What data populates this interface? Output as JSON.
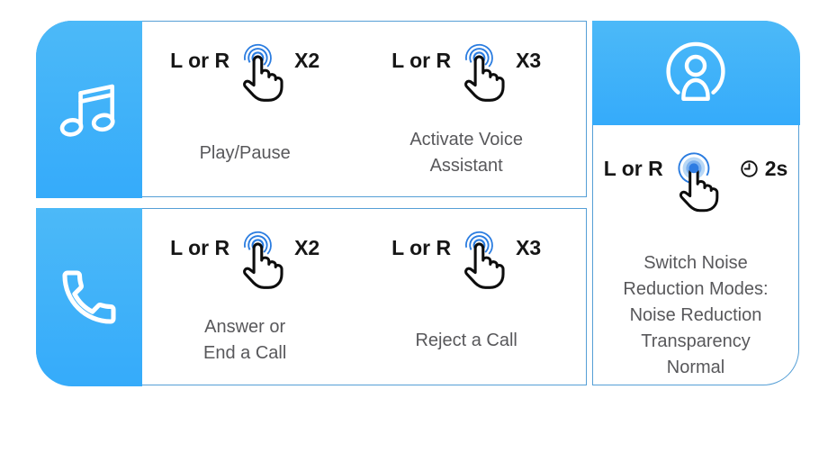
{
  "colors": {
    "blue_top": "#4cb9f8",
    "blue_bottom": "#35abfa",
    "border": "#559fd6",
    "ripple": "#2a7ce0",
    "press_light": "#b7d7f6",
    "press_mid": "#7cb1ef",
    "press_dark": "#2e7ce2",
    "text_dark": "#161616",
    "text_gray": "#58585b"
  },
  "music_panel": {
    "icon": "music-note",
    "gestures": [
      {
        "label": "L or R",
        "count": "X2",
        "caption_lines": [
          "Play/Pause"
        ]
      },
      {
        "label": "L or R",
        "count": "X3",
        "caption_lines": [
          "Activate Voice",
          "Assistant"
        ]
      }
    ]
  },
  "phone_panel": {
    "icon": "phone-handset",
    "gestures": [
      {
        "label": "L or R",
        "count": "X2",
        "caption_lines": [
          "Answer or",
          "End a Call"
        ]
      },
      {
        "label": "L or R",
        "count": "X3",
        "caption_lines": [
          "Reject a Call"
        ]
      }
    ]
  },
  "anc_panel": {
    "icon": "user-profile",
    "gesture": {
      "label": "L or R",
      "hold_duration": "2s",
      "caption_lines": [
        "Switch Noise",
        "Reduction Modes:",
        "Noise Reduction",
        "Transparency",
        "Normal"
      ]
    }
  }
}
